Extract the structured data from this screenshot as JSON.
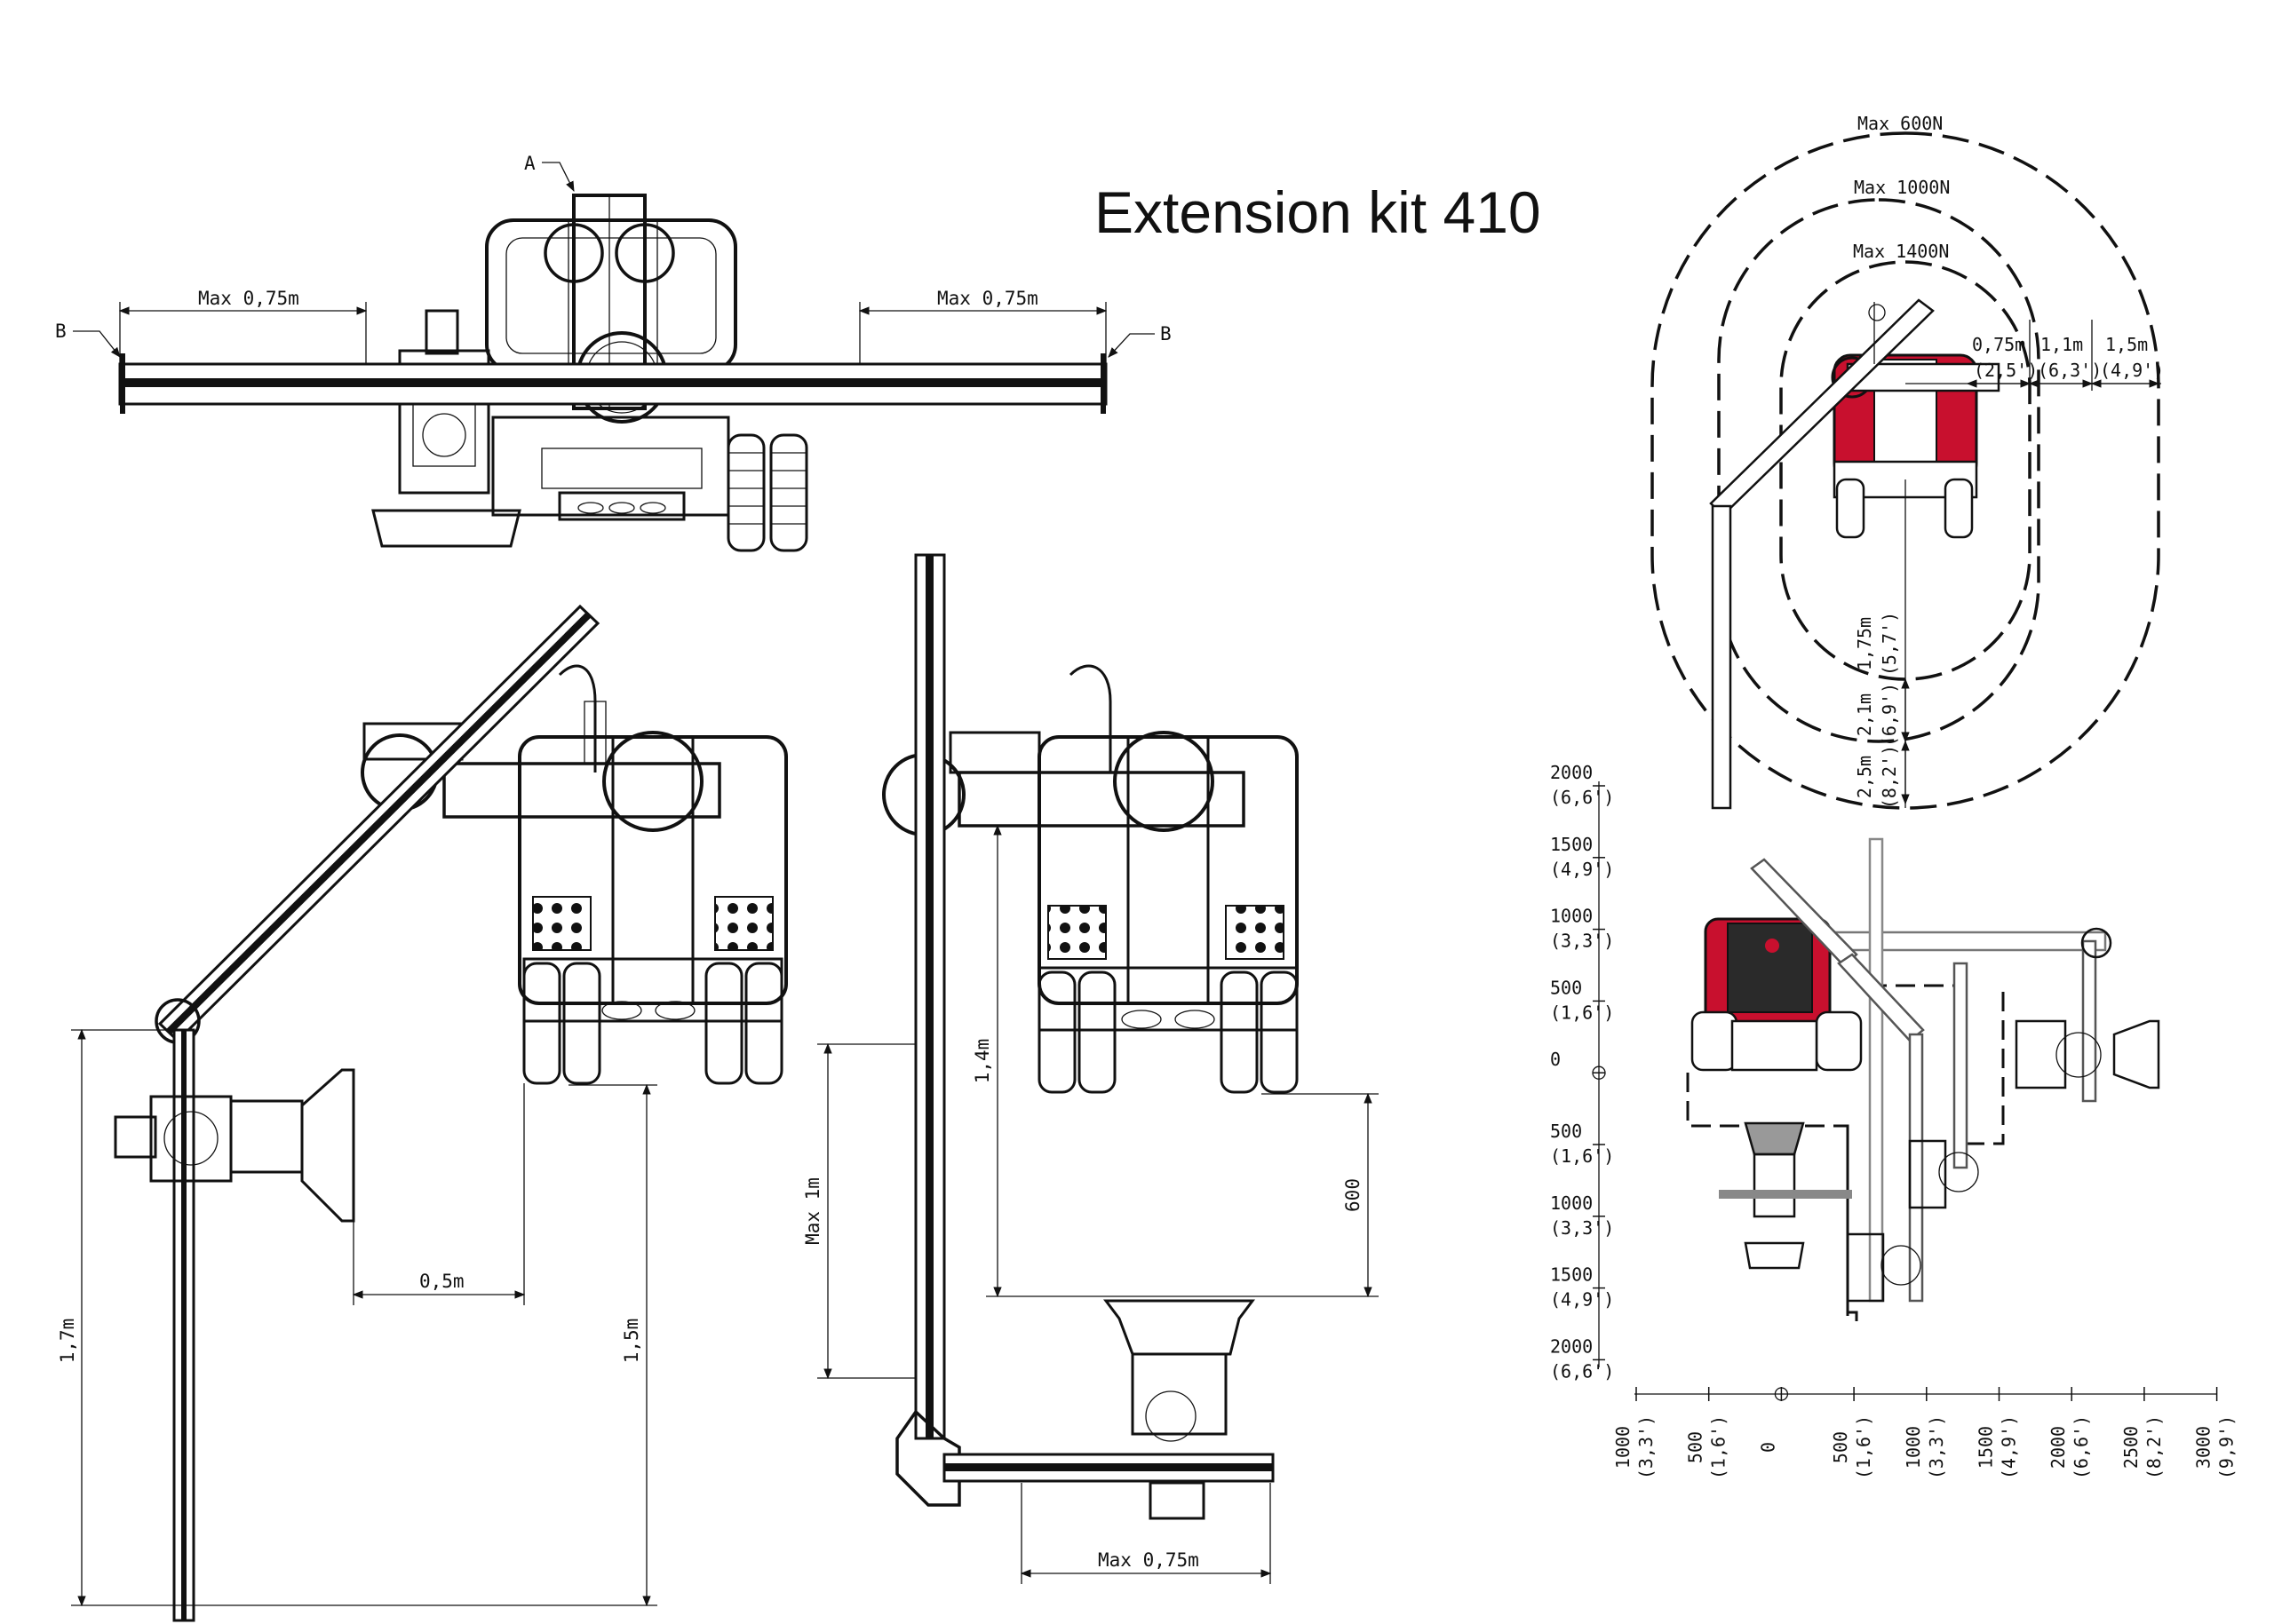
{
  "title": "Extension kit 410",
  "top_view": {
    "label_a": "A",
    "label_b_left": "B",
    "label_b_right": "B",
    "dim_left": "Max 0,75m",
    "dim_right": "Max 0,75m"
  },
  "side_view_left": {
    "dim_height": "1,7m",
    "dim_offset": "0,5m",
    "dim_reach": "1,5m"
  },
  "side_view_right": {
    "dim_max_height": "Max 1m",
    "dim_upper": "1,4m",
    "dim_600": "600",
    "dim_horizontal": "Max 0,75m"
  },
  "load_rings": {
    "outer_label": "Max 600N",
    "middle_label": "Max 1000N",
    "inner_label": "Max 1400N",
    "r1_m": "0,75m",
    "r1_ft": "(2,5')",
    "r2_m": "1,1m",
    "r2_ft": "(6,3')",
    "r3_m": "1,5m",
    "r3_ft": "(4,9')",
    "v1_m": "1,75m",
    "v1_ft": "(5,7')",
    "v2_m": "2,1m",
    "v2_ft": "(6,9')",
    "v3_m": "2,5m",
    "v3_ft": "(8,2')"
  },
  "grid": {
    "y_ticks": [
      {
        "mm": "2000",
        "ft": "(6,6')"
      },
      {
        "mm": "1500",
        "ft": "(4,9')"
      },
      {
        "mm": "1000",
        "ft": "(3,3')"
      },
      {
        "mm": "500",
        "ft": "(1,6')"
      },
      {
        "mm": "0",
        "ft": ""
      },
      {
        "mm": "500",
        "ft": "(1,6')"
      },
      {
        "mm": "1000",
        "ft": "(3,3')"
      },
      {
        "mm": "1500",
        "ft": "(4,9')"
      },
      {
        "mm": "2000",
        "ft": "(6,6')"
      }
    ],
    "x_ticks": [
      {
        "mm": "1000",
        "ft": "(3,3')"
      },
      {
        "mm": "500",
        "ft": "(1,6')"
      },
      {
        "mm": "0",
        "ft": ""
      },
      {
        "mm": "500",
        "ft": "(1,6')"
      },
      {
        "mm": "1000",
        "ft": "(3,3')"
      },
      {
        "mm": "1500",
        "ft": "(4,9')"
      },
      {
        "mm": "2000",
        "ft": "(6,6')"
      },
      {
        "mm": "2500",
        "ft": "(8,2')"
      },
      {
        "mm": "3000",
        "ft": "(9,9')"
      }
    ]
  },
  "colors": {
    "line": "#111111",
    "accent_red": "#c8102e"
  }
}
